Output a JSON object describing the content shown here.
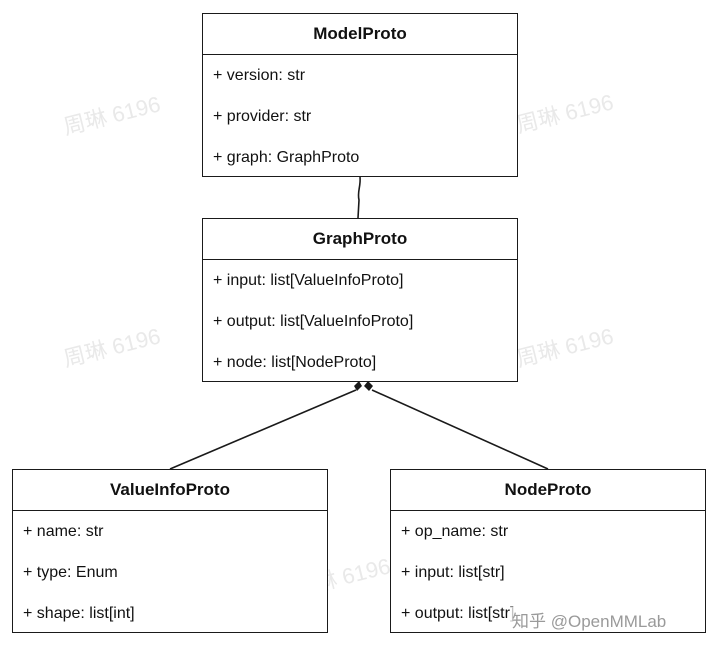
{
  "watermark_text": "周琳 6196",
  "credit": "知乎 @OpenMMLab",
  "classes": {
    "model_proto": {
      "name": "ModelProto",
      "attributes": [
        "+ version: str",
        "+ provider: str",
        "+ graph: GraphProto"
      ]
    },
    "graph_proto": {
      "name": "GraphProto",
      "attributes": [
        "+ input: list[ValueInfoProto]",
        "+ output: list[ValueInfoProto]",
        "+ node: list[NodeProto]"
      ]
    },
    "value_info_proto": {
      "name": "ValueInfoProto",
      "attributes": [
        "+ name: str",
        "+ type: Enum",
        "+ shape: list[int]"
      ]
    },
    "node_proto": {
      "name": "NodeProto",
      "attributes": [
        "+ op_name: str",
        "+ input: list[str]",
        "+ output: list[str]"
      ]
    }
  },
  "relations": [
    {
      "from": "graph_proto",
      "to": "model_proto",
      "kind": "association"
    },
    {
      "from": "value_info_proto",
      "to": "graph_proto",
      "kind": "composition"
    },
    {
      "from": "node_proto",
      "to": "graph_proto",
      "kind": "composition"
    }
  ]
}
